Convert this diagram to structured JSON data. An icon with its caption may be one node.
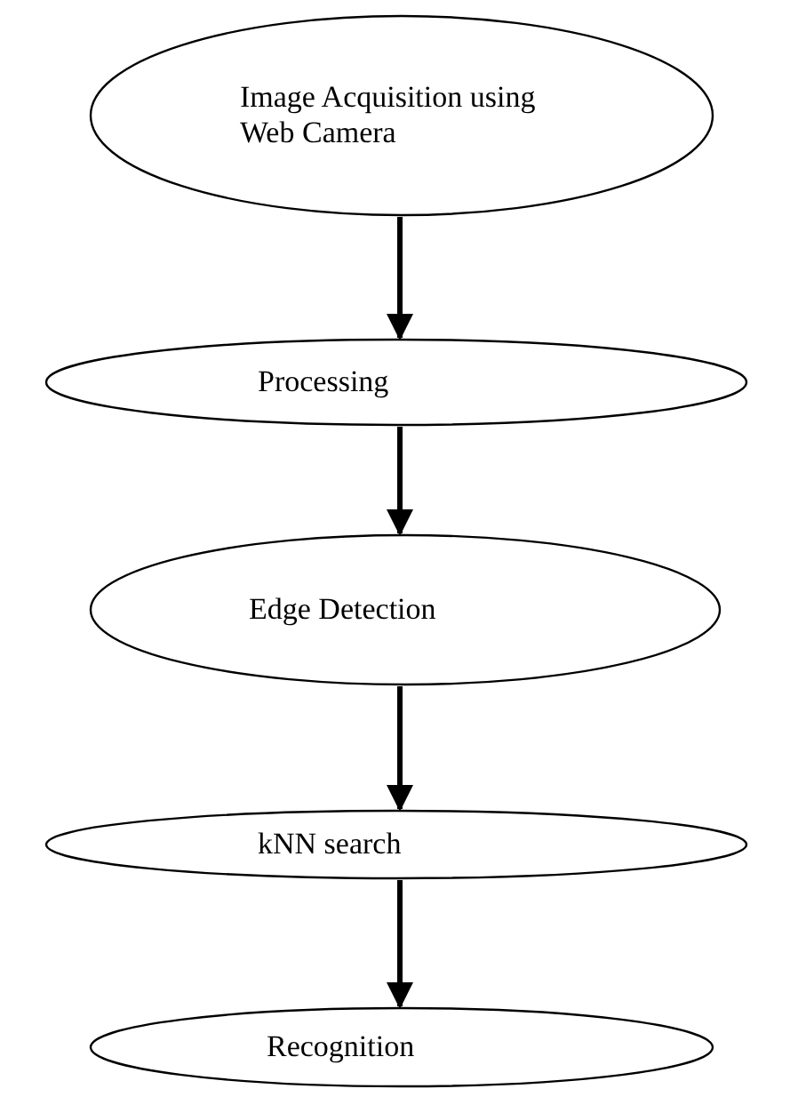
{
  "diagram": {
    "nodes": [
      {
        "text": [
          "Image Acquisition using Web Camera"
        ]
      },
      {
        "text": [
          "Processing"
        ]
      },
      {
        "text": [
          "Edge Detection"
        ]
      },
      {
        "text": [
          "kNN search"
        ]
      },
      {
        "text": [
          "Recognition"
        ]
      }
    ],
    "edges": [
      {
        "from": 0,
        "to": 1,
        "arrow": "to"
      },
      {
        "from": 1,
        "to": 2,
        "arrow": "to"
      },
      {
        "from": 2,
        "to": 3,
        "arrow": "to"
      },
      {
        "from": 3,
        "to": 4,
        "arrow": "to"
      }
    ]
  }
}
